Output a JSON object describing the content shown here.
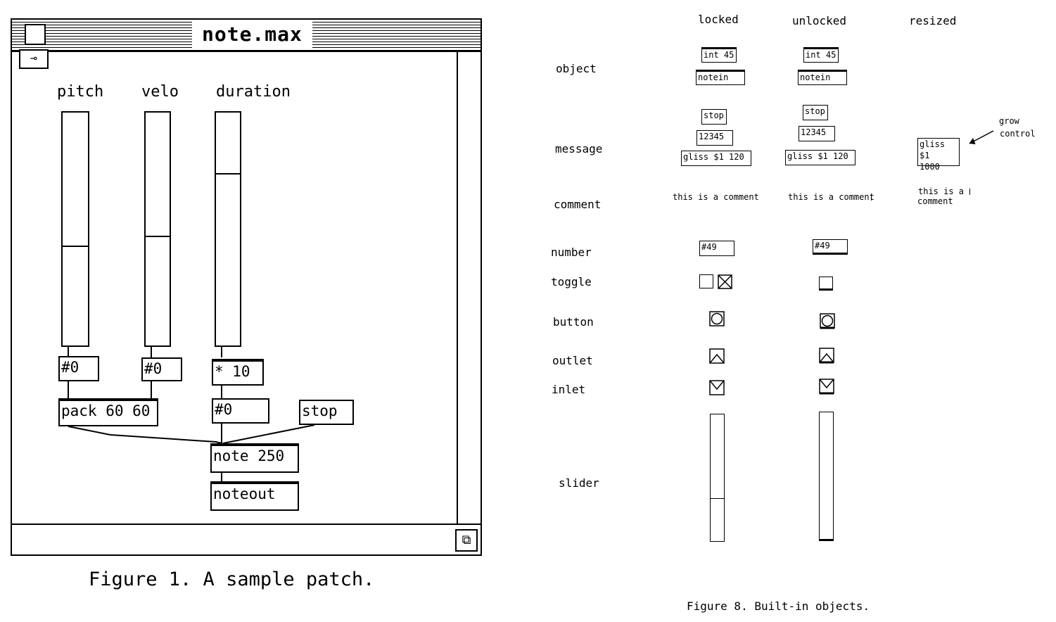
{
  "window": {
    "title": "note.max",
    "lock_icon": "key-icon",
    "grow_icon": "resize-icon"
  },
  "patch": {
    "labels": [
      "pitch",
      "velo",
      "duration"
    ],
    "sliders": [
      {
        "name": "pitch",
        "value_fraction": 0.43
      },
      {
        "name": "velo",
        "value_fraction": 0.47
      },
      {
        "name": "duration",
        "value_fraction": 0.74
      }
    ],
    "numbers": [
      "#0",
      "#0",
      "#0"
    ],
    "times_obj": "* 10",
    "pack_obj": "pack 60 60",
    "stop_msg": "stop",
    "note_obj": "note 250",
    "noteout_obj": "noteout"
  },
  "caption_left": "Figure 1.  A sample patch.",
  "figure8": {
    "columns": [
      "locked",
      "unlocked",
      "resized"
    ],
    "rows": [
      "object",
      "message",
      "comment",
      "number",
      "toggle",
      "button",
      "outlet",
      "inlet",
      "slider"
    ],
    "int_obj": "int 45",
    "notein_obj": "notein",
    "stop_msg": "stop",
    "num_msg": "12345",
    "gliss_msg": "gliss $1 120",
    "resized_gliss_line1": "gliss $1",
    "resized_gliss_line2": "1000",
    "grow_label_1": "grow",
    "grow_label_2": "control",
    "comment_text": "this is a comment",
    "resized_comment_1": "this is a",
    "resized_comment_2": "comment",
    "number_value": "#49",
    "slider_value_fraction": 0.34
  },
  "caption_right": "Figure 8.  Built-in objects."
}
